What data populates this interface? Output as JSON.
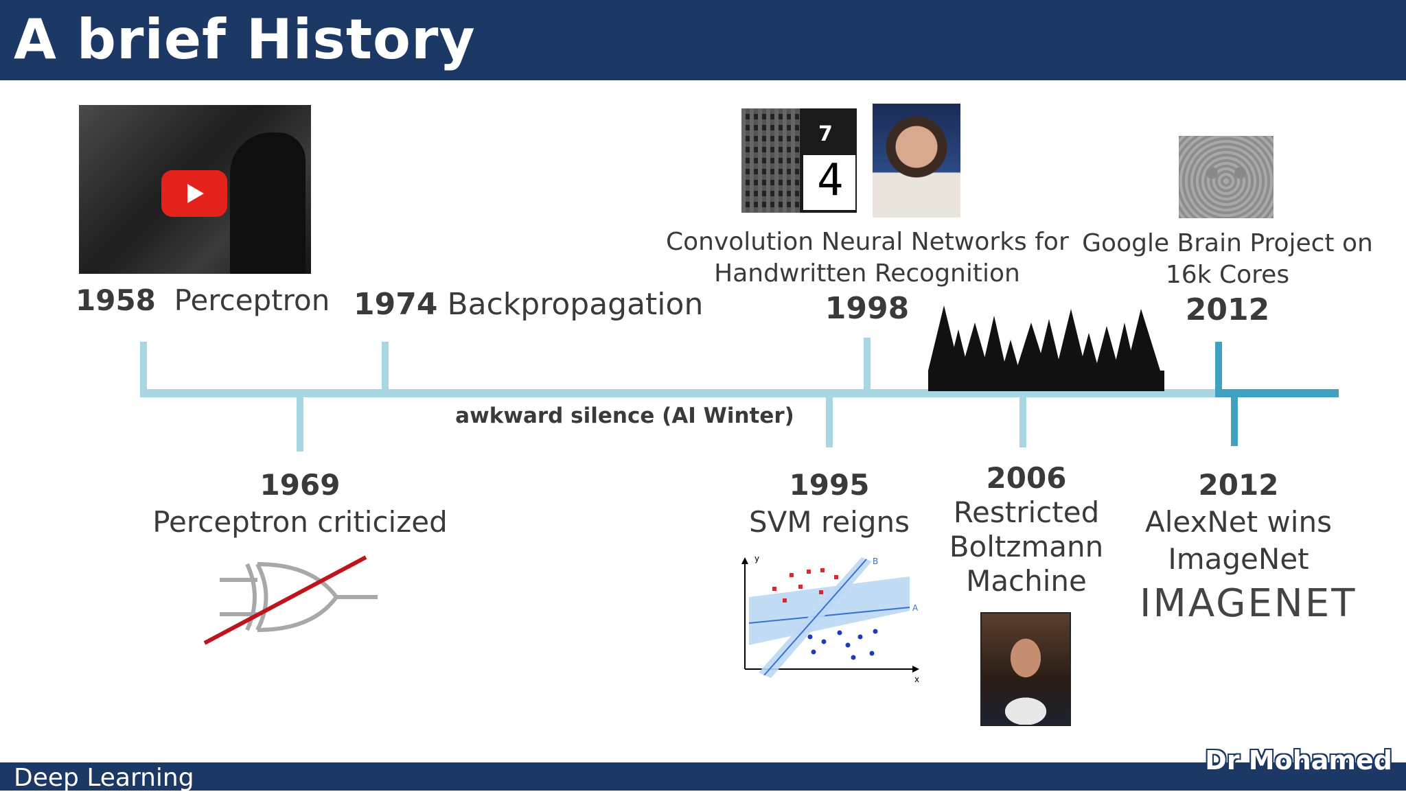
{
  "title": "A brief History",
  "footer": {
    "course": "Deep Learning",
    "author": "Dr Mohamed"
  },
  "colors": {
    "header_bg": "#1c3864",
    "timeline": "#a9d6e3",
    "timeline_highlight": "#3fa0c0",
    "text": "#3a3a3a"
  },
  "top_events": [
    {
      "year": "1958",
      "label": "Perceptron"
    },
    {
      "year": "1974",
      "label": "Backpropagation"
    },
    {
      "year": "1998",
      "label_line1": "Convolution Neural Networks for",
      "label_line2": "Handwritten Recognition"
    },
    {
      "year": "2012",
      "label_line1": "Google Brain Project on",
      "label_line2": "16k Cores"
    }
  ],
  "bottom_events": [
    {
      "year": "1969",
      "label": "Perceptron criticized"
    },
    {
      "year": "1995",
      "label": "SVM reigns"
    },
    {
      "year": "2006",
      "label_line1": "Restricted",
      "label_line2": "Boltzmann",
      "label_line3": "Machine"
    },
    {
      "year": "2012",
      "label_line1": "AlexNet wins",
      "label_line2": "ImageNet"
    }
  ],
  "ai_winter_label": "awkward silence (AI Winter)",
  "imagenet_logo": "IMAGENET",
  "svm_plot": {
    "y_axis": "y",
    "x_axis": "x",
    "line_a": "A",
    "line_b": "B"
  },
  "digit_labels": [
    "7",
    "4"
  ],
  "icons": [
    "youtube-play-icon",
    "xor-gate-crossed-icon",
    "forest-silhouette-icon"
  ]
}
